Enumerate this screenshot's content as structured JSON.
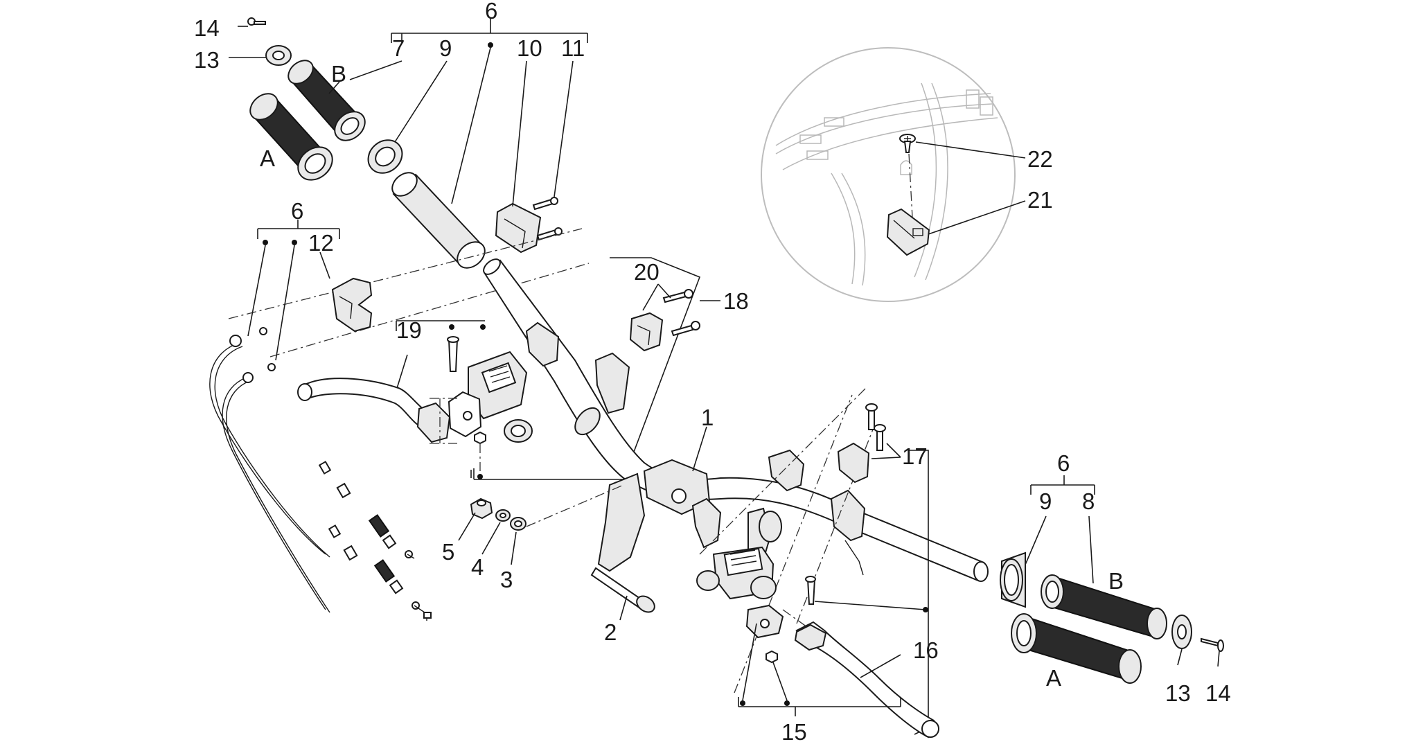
{
  "callouts": {
    "c1": "1",
    "c2": "2",
    "c3": "3",
    "c4": "4",
    "c5": "5",
    "c6_top": "6",
    "c6_left": "6",
    "c6_right": "6",
    "c7": "7",
    "c8": "8",
    "c9_top": "9",
    "c9_right": "9",
    "c10": "10",
    "c11": "11",
    "c12": "12",
    "c13_top": "13",
    "c13_right": "13",
    "c14_top": "14",
    "c14_right": "14",
    "c15": "15",
    "c16": "16",
    "c17": "17",
    "c18": "18",
    "c19": "19",
    "c20": "20",
    "c21": "21",
    "c22": "22",
    "grip_a_left": "A",
    "grip_b_left": "B",
    "grip_a_right": "A",
    "grip_b_right": "B"
  }
}
